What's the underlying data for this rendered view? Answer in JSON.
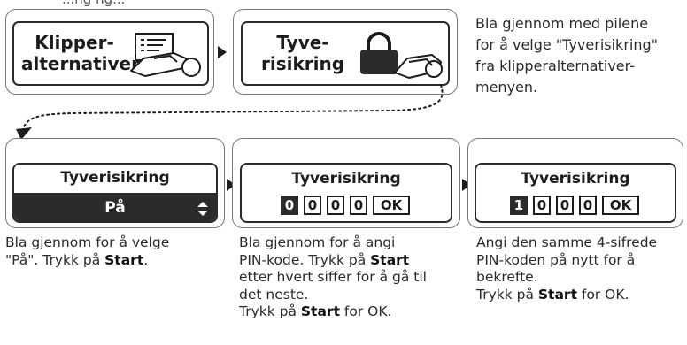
{
  "top_caption": "...ng ng...",
  "menu_buttons": [
    {
      "line1": "Klipper-",
      "line2": "alternativer",
      "icon": "mower-list-icon"
    },
    {
      "line1": "Tyve-",
      "line2": "risikring",
      "icon": "mower-lock-icon"
    }
  ],
  "top_instruction": [
    "Bla gjennom med pilene",
    "for å velge \"Tyverisikring\"",
    "fra klipperalternativer-",
    "menyen."
  ],
  "screens": [
    {
      "title": "Tyverisikring",
      "value": "På",
      "value_icon": "up-down-arrows-icon"
    },
    {
      "title": "Tyverisikring",
      "digits": [
        "0",
        "0",
        "0",
        "0"
      ],
      "ok": "OK",
      "active_index": 0
    },
    {
      "title": "Tyverisikring",
      "digits": [
        "1",
        "0",
        "0",
        "0"
      ],
      "ok": "OK",
      "active_index": 0
    }
  ],
  "descriptions": {
    "d1": {
      "l1": "Bla gjennom for å velge",
      "l2a": "\"På\". Trykk på ",
      "l2b": "Start",
      "l2c": "."
    },
    "d2": {
      "l1": "Bla gjennom for å angi",
      "l2a": "PIN-kode. Trykk på ",
      "l2b": "Start",
      "l3": "etter hvert siffer for å gå til",
      "l4": "det neste.",
      "l5a": "Trykk på ",
      "l5b": "Start",
      "l5c": " for OK."
    },
    "d3": {
      "l1": "Angi den samme 4-sifrede",
      "l2": "PIN-koden på nytt for å",
      "l3": "bekrefte.",
      "l4a": "Trykk på ",
      "l4b": "Start",
      "l4c": " for OK."
    }
  },
  "colors": {
    "dark": "#2b2b2b",
    "border": "#2a2a2a"
  }
}
